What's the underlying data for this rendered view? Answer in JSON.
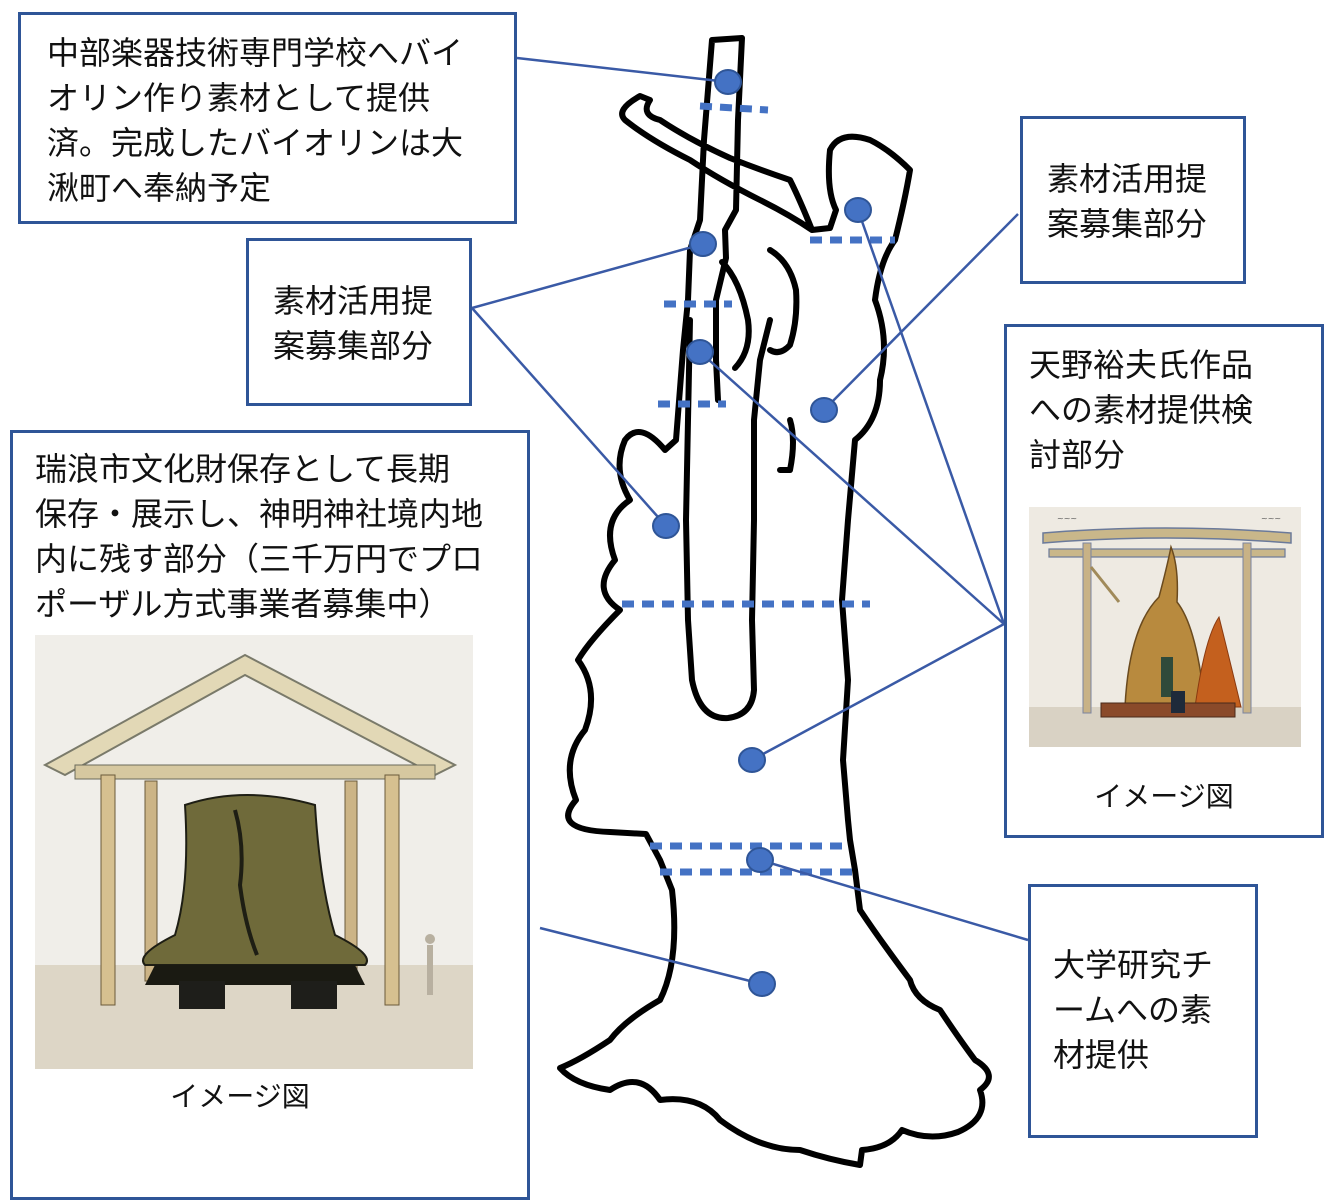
{
  "colors": {
    "outline": "#000000",
    "connector": "#3a5aa6",
    "dot_fill": "#4472c4",
    "dot_stroke": "#2f5597",
    "cut_line": "#4472c4",
    "box_border": "#2f5597"
  },
  "labels": {
    "violin": [
      "中部楽器技術専門学校へバイ",
      "オリン作り素材として提供",
      "済。完成したバイオリンは大",
      "湫町へ奉納予定"
    ],
    "proposal_left": [
      "素材活用提",
      "案募集部分"
    ],
    "preserve": [
      "瑞浪市文化財保存として長期",
      "保存・展示し、神明神社境内地",
      "内に残す部分（三千万円でプロ",
      "ポーザル方式事業者募集中）"
    ],
    "proposal_right": [
      "素材活用提",
      "案募集部分"
    ],
    "amano": [
      "天野裕夫氏作品",
      "への素材提供検",
      "討部分"
    ],
    "univ": [
      "大学研究チ",
      "ームへの素",
      "材提供"
    ]
  },
  "captions": {
    "left_image": "イメージ図",
    "right_image": "イメージ図"
  },
  "icons": {
    "left_image": "shrine-sketch-illustration",
    "right_image": "torii-sculpture-sketch-illustration"
  }
}
